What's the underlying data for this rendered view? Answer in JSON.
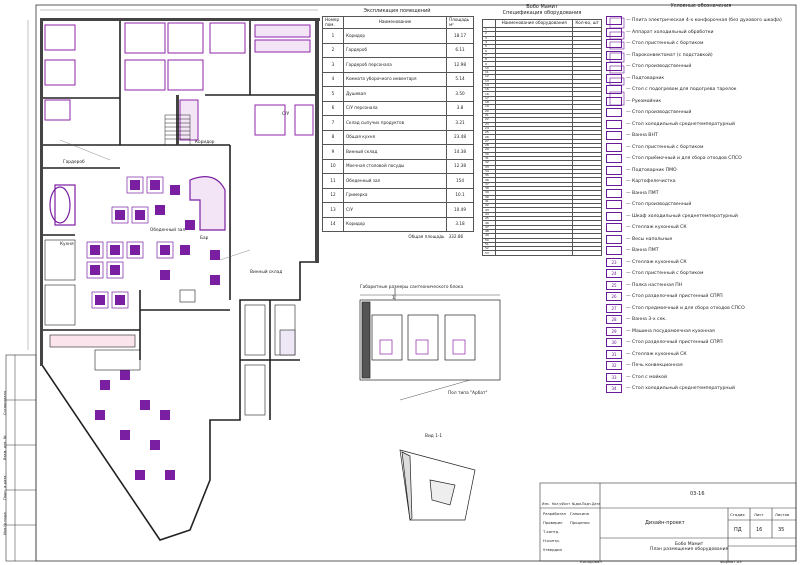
{
  "explication": {
    "title": "Экспликация помещений",
    "headers": [
      "Номер пом.",
      "Наименование",
      "Площадь м²"
    ],
    "rows": [
      [
        "1",
        "Коридор",
        "18.17"
      ],
      [
        "2",
        "Гардероб",
        "6.11"
      ],
      [
        "3",
        "Гардероб персонала",
        "12.98"
      ],
      [
        "4",
        "Комната уборочного инвентаря",
        "5.14"
      ],
      [
        "5",
        "Душевая",
        "3.50"
      ],
      [
        "6",
        "С/У персонала",
        "3.8"
      ],
      [
        "7",
        "Склад сыпучих продуктов",
        "3.21"
      ],
      [
        "8",
        "Общая кухня",
        "23.48"
      ],
      [
        "9",
        "Винный склад",
        "14.38"
      ],
      [
        "10",
        "Моечная столовой посуды",
        "12.38"
      ],
      [
        "11",
        "Обеденный зал",
        "154"
      ],
      [
        "12",
        "Гримерка",
        "10.1"
      ],
      [
        "13",
        "С/У",
        "10.49"
      ],
      [
        "14",
        "Коридор",
        "3.18"
      ]
    ],
    "total_label": "Общая площадь",
    "total_value": "332.86"
  },
  "equipment": {
    "title_line1": "Бобо Мамит",
    "title_line2": "Спецификация оборудования",
    "headers": [
      "Наименование оборудования",
      "Кол-во, шт"
    ],
    "row_count": 53
  },
  "legend": {
    "title": "Условные обозначения",
    "items": [
      {
        "num": "",
        "text": "Плита электрическая 4-х конфорочная (без духового шкафа)"
      },
      {
        "num": "",
        "text": "Аппарат холодильный обработки"
      },
      {
        "num": "",
        "text": "Стол пристенный с бортиком"
      },
      {
        "num": "",
        "text": "Пароконвектомат (с подставкой)"
      },
      {
        "num": "",
        "text": "Стол производственный"
      },
      {
        "num": "",
        "text": "Подтоварник"
      },
      {
        "num": "",
        "text": "Стол с подогревом для подогрева тарелок"
      },
      {
        "num": "",
        "text": "Рукомойник"
      },
      {
        "num": "",
        "text": "Стол производственный"
      },
      {
        "num": "",
        "text": "Стол холодильный среднетемпературный"
      },
      {
        "num": "",
        "text": "Ванна ВНТ"
      },
      {
        "num": "",
        "text": "Стол пристенный с бортиком"
      },
      {
        "num": "",
        "text": "Стол приёмочный и для сбора отходов СПСО"
      },
      {
        "num": "",
        "text": "Подтоварник ПМО"
      },
      {
        "num": "",
        "text": "Картофелечистка"
      },
      {
        "num": "",
        "text": "Ванна ПМТ"
      },
      {
        "num": "",
        "text": "Стол производственный"
      },
      {
        "num": "",
        "text": "Шкаф холодильный среднетемпературный"
      },
      {
        "num": "",
        "text": "Стеллаж кухонный СК"
      },
      {
        "num": "",
        "text": "Весы напольные"
      },
      {
        "num": "",
        "text": "Ванна ПМТ"
      },
      {
        "num": "23",
        "text": "Стеллаж кухонный СК"
      },
      {
        "num": "24",
        "text": "Стол пристенный с бортиком"
      },
      {
        "num": "25",
        "text": "Полка настенная ПН"
      },
      {
        "num": "26",
        "text": "Стол разделочный пристенный СПРП"
      },
      {
        "num": "27",
        "text": "Стол предмоечный и для сбора отходов СПСО"
      },
      {
        "num": "28",
        "text": "Ванна 3-х сек."
      },
      {
        "num": "29",
        "text": "Машина посудомоечная кухонная"
      },
      {
        "num": "30",
        "text": "Стол разделочный пристенный СПРП"
      },
      {
        "num": "31",
        "text": "Стеллаж кухонный СК"
      },
      {
        "num": "32",
        "text": "Печь конвекционная"
      },
      {
        "num": "33",
        "text": "Стол с мойкой"
      },
      {
        "num": "34",
        "text": "Стол холодильный среднетемпературный"
      }
    ]
  },
  "section": {
    "title": "Габаритные размеры сантехнического блока",
    "cut_label": "Вид 1-1",
    "note_label": "Пол типа \"Арбат\"",
    "marker": "1"
  },
  "plan_labels": {
    "cloakroom": "Гардероб",
    "kitchen": "Кухня",
    "hall": "Обеденный зал",
    "wine": "Винный склад",
    "bar": "Бар",
    "corridor": "Коридор",
    "wc": "С/У"
  },
  "stamp": {
    "code": "03-16",
    "project_label": "Дизайн-проект",
    "stage_header": "Стадия",
    "sheet_header": "Лист",
    "sheets_header": "Листов",
    "stage": "ПД",
    "sheet": "16",
    "sheets": "35",
    "title_line1": "Бобо Мамит",
    "title_line2": "План размещения оборудования",
    "roles": [
      "Разработал",
      "Проверил",
      "Т.контр.",
      "Н.контр.",
      "Утвердил"
    ],
    "names": [
      "Ганькина",
      "Проценко",
      "",
      "",
      ""
    ],
    "col_headers": [
      "Изм.",
      "Кол.уч",
      "Лист",
      "№док.",
      "Подп.",
      "Дата"
    ],
    "copied": "Копировал",
    "format": "Формат А3"
  },
  "side_stamp": {
    "cells": [
      "Инв.№ подл.",
      "Подп. и дата",
      "Взам. инв. №",
      "Согласовано"
    ]
  }
}
